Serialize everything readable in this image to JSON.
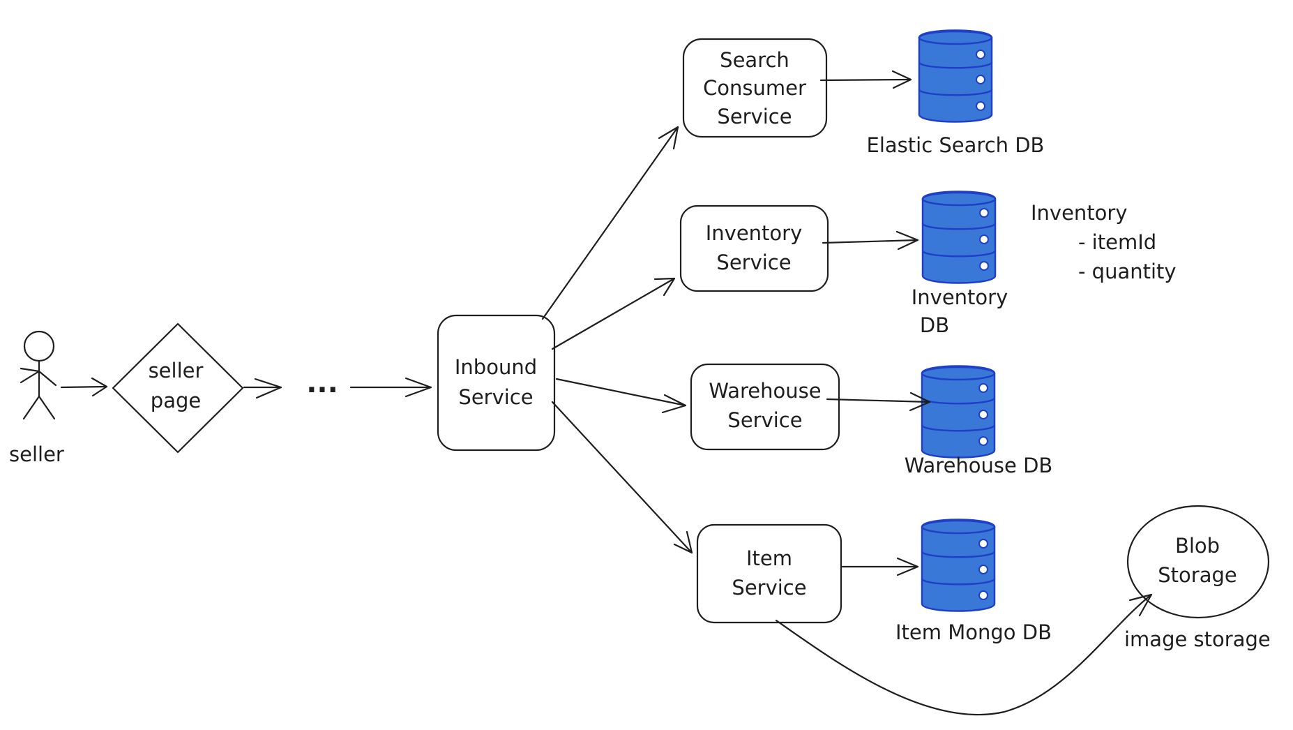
{
  "actor": {
    "label": "seller"
  },
  "seller_page": {
    "line1": "seller",
    "line2": "page"
  },
  "ellipsis": "...",
  "inbound_service": {
    "line1": "Inbound",
    "line2": "Service"
  },
  "services": {
    "search": {
      "line1": "Search",
      "line2": "Consumer",
      "line3": "Service"
    },
    "inventory": {
      "line1": "Inventory",
      "line2": "Service"
    },
    "warehouse": {
      "line1": "Warehouse",
      "line2": "Service"
    },
    "item": {
      "line1": "Item",
      "line2": "Service"
    }
  },
  "databases": {
    "elastic": {
      "label": "Elastic Search DB"
    },
    "inventory": {
      "line1": "Inventory",
      "line2": "DB"
    },
    "warehouse": {
      "label": "Warehouse DB"
    },
    "item": {
      "label": "Item Mongo DB"
    }
  },
  "inventory_schema": {
    "title": "Inventory",
    "fields": [
      "- itemId",
      "- quantity"
    ]
  },
  "blob_storage": {
    "line1": "Blob",
    "line2": "Storage",
    "caption": "image storage"
  },
  "colors": {
    "db_fill": "#3a78d8",
    "db_stroke": "#1f3fc8",
    "ink": "#1e1e1e"
  }
}
